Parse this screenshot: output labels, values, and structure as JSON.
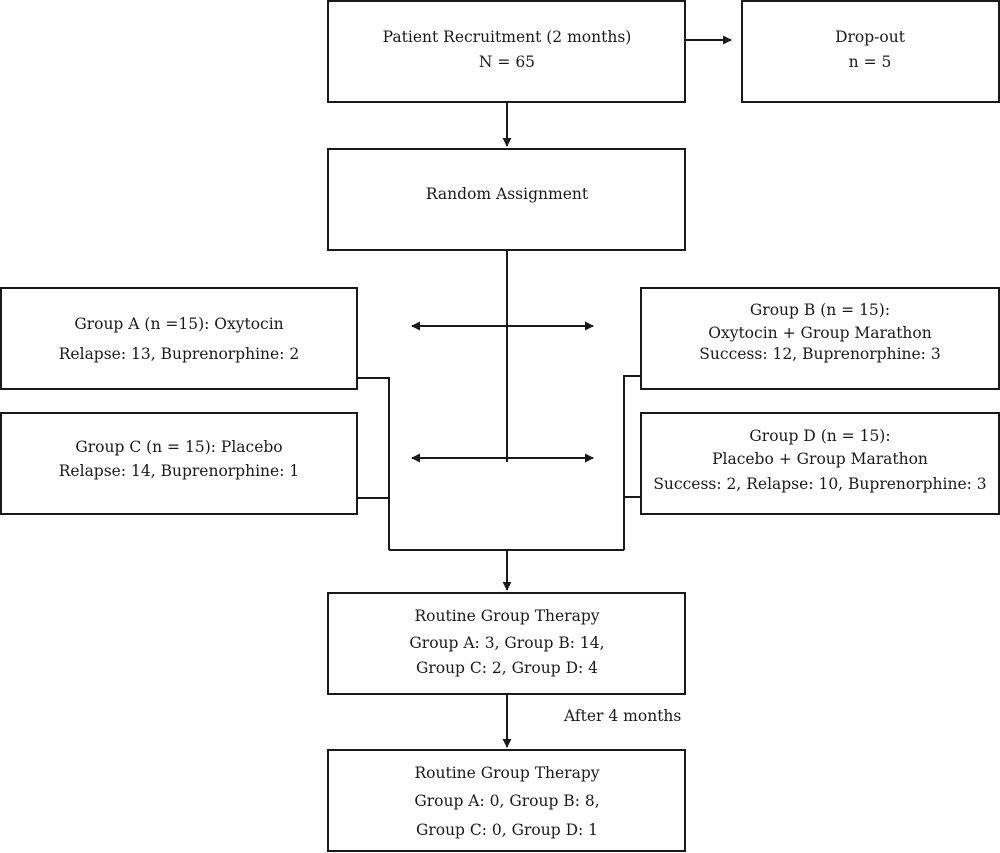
{
  "nodes": {
    "recruitment": {
      "lines": [
        "Patient Recruitment (2 months)",
        "N = 65"
      ]
    },
    "dropout": {
      "lines": [
        "Drop-out",
        "n = 5"
      ]
    },
    "random": {
      "lines": [
        "Random Assignment"
      ]
    },
    "group_a": {
      "lines": [
        "Group A (n =15): Oxytocin",
        "Relapse: 13, Buprenorphine: 2"
      ]
    },
    "group_b": {
      "lines": [
        "Group B (n = 15):",
        "Oxytocin + Group Marathon",
        "Success: 12, Buprenorphine: 3"
      ]
    },
    "group_c": {
      "lines": [
        "Group C (n = 15): Placebo",
        "Relapse: 14, Buprenorphine: 1"
      ]
    },
    "group_d": {
      "lines": [
        "Group D (n = 15):",
        "Placebo + Group Marathon",
        "Success: 2, Relapse: 10, Buprenorphine: 3"
      ]
    },
    "routine1": {
      "lines": [
        "Routine Group Therapy",
        "Group A: 3, Group B: 14,",
        "Group C: 2, Group D: 4"
      ]
    },
    "routine2": {
      "lines": [
        "Routine Group Therapy",
        "Group A: 0, Group B: 8,",
        "Group C: 0, Group D: 1"
      ]
    }
  },
  "edges": {
    "after_label": "After 4 months"
  }
}
